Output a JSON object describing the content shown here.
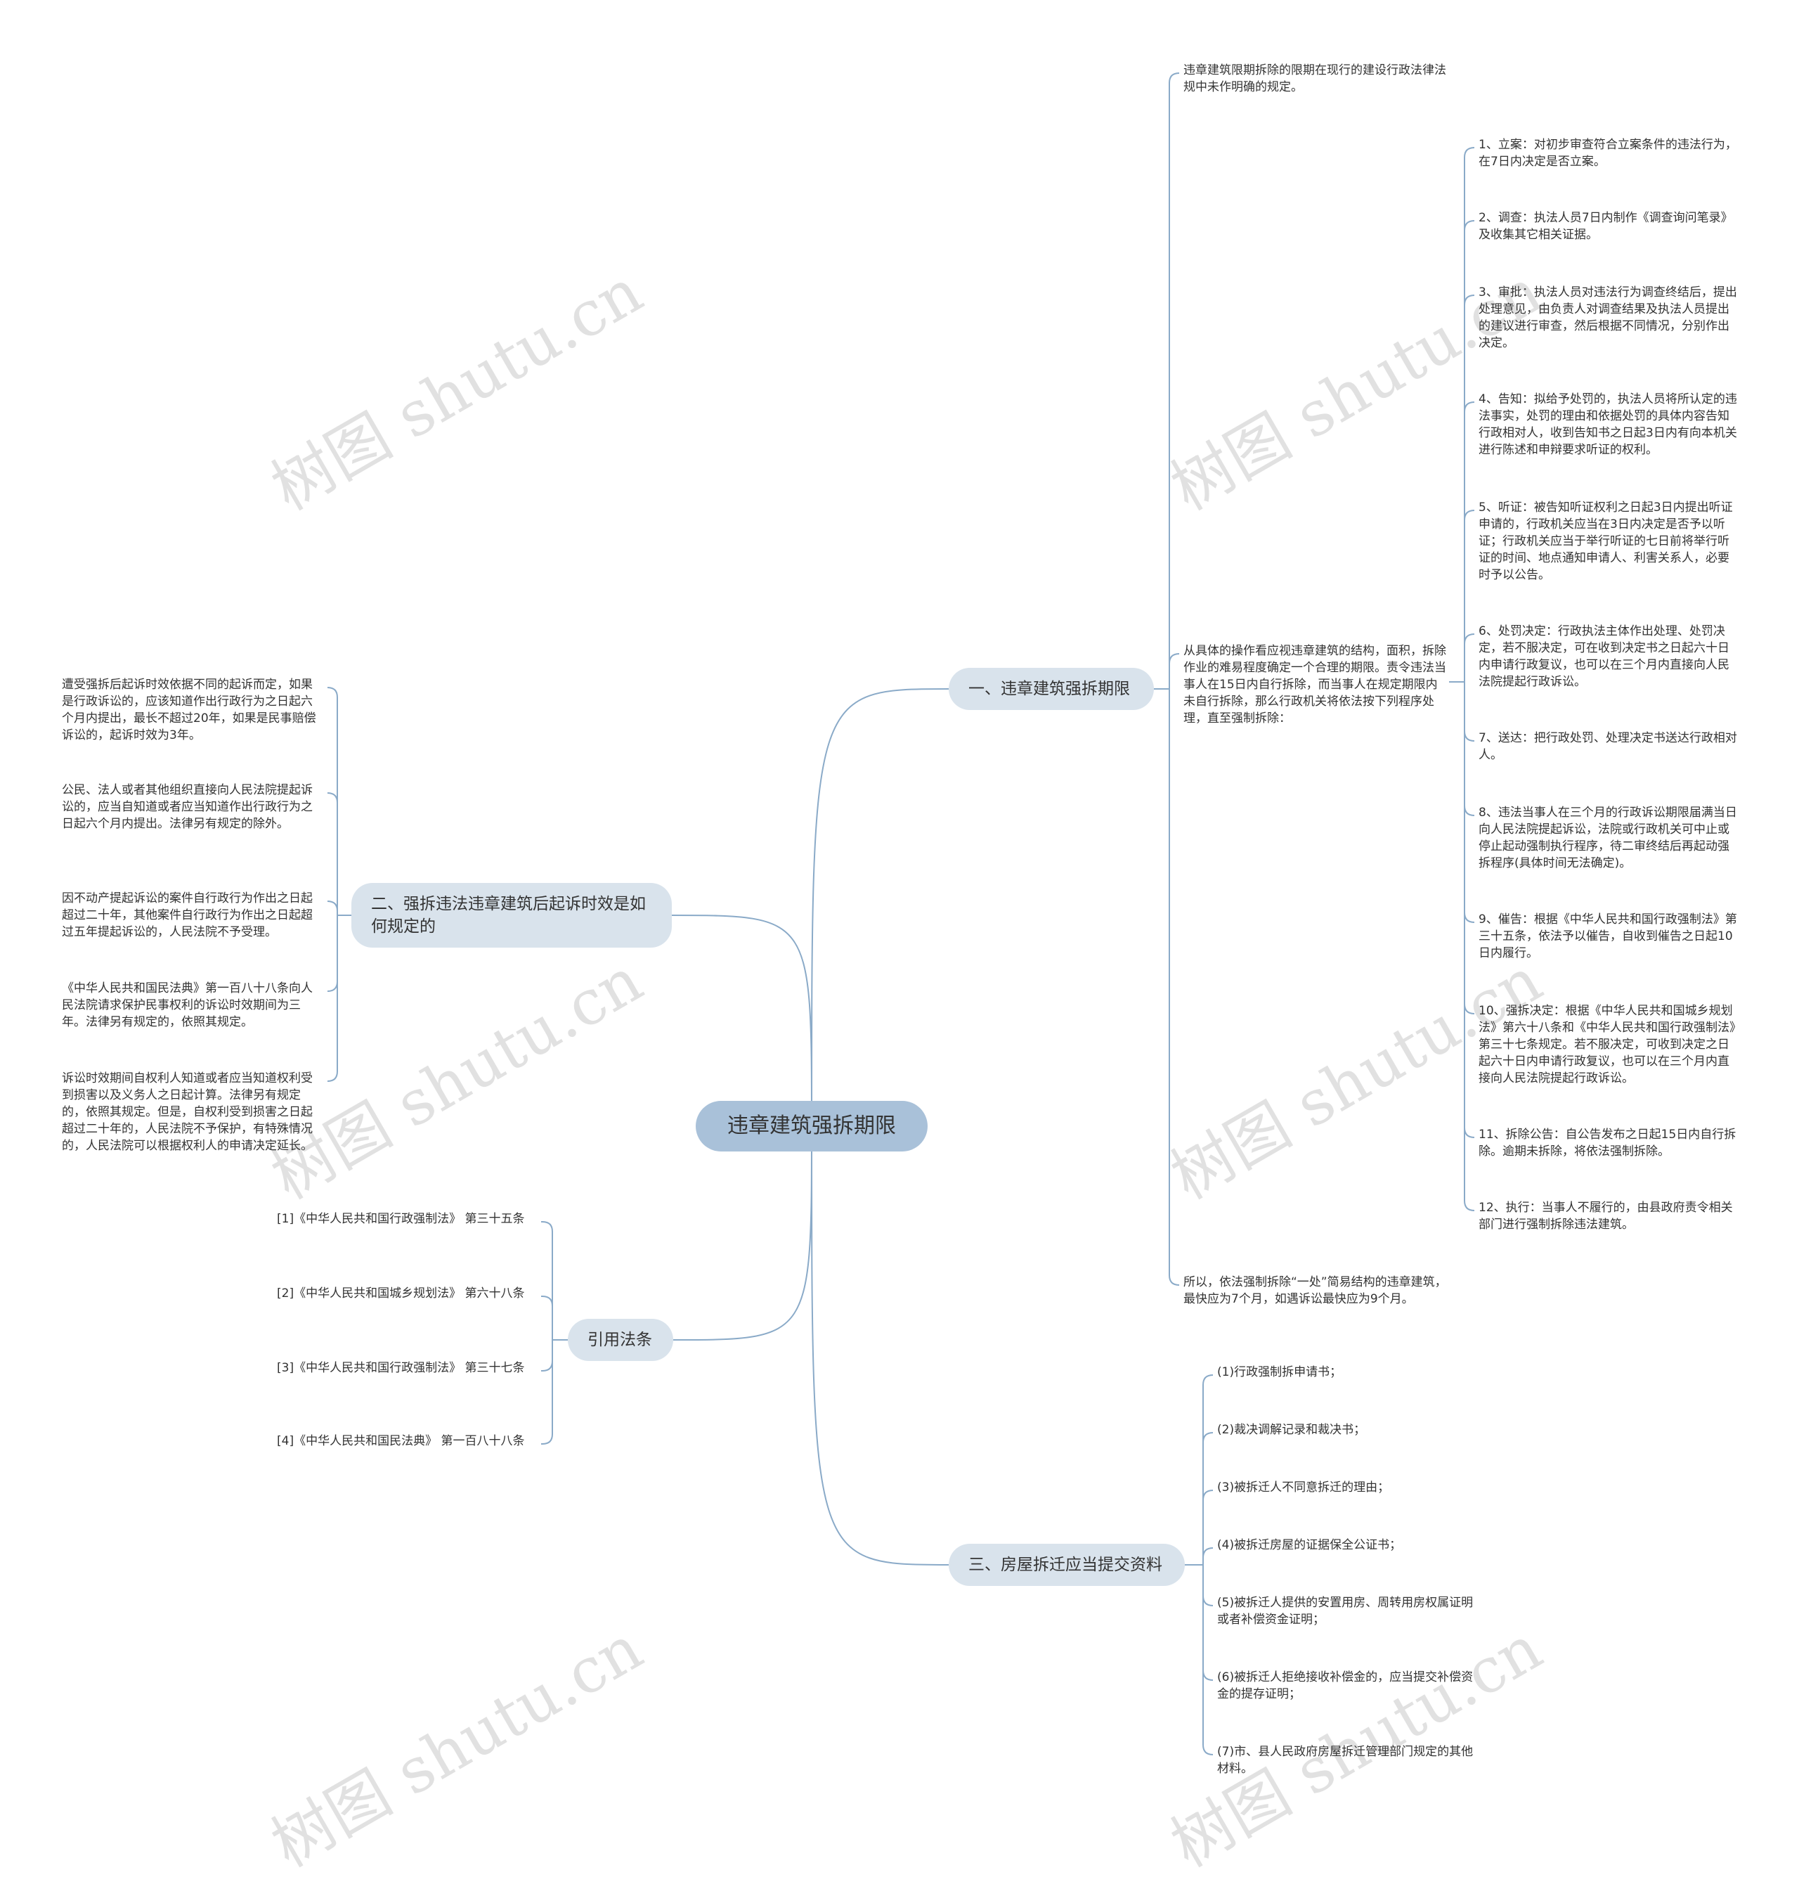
{
  "root": {
    "label": "违章建筑强拆期限"
  },
  "watermark": "树图 shutu.cn",
  "colors": {
    "line": "#8aaac8",
    "root_fill": "#a9c1d9",
    "branch_fill": "#d9e3ec"
  },
  "branches": {
    "b1": {
      "label": "一、违章建筑强拆期限",
      "children": {
        "c1": "违章建筑限期拆除的限期在现行的建设行政法律法规中未作明确的规定。",
        "c2": "从具体的操作看应视违章建筑的结构，面积，拆除作业的难易程度确定一个合理的期限。责令违法当事人在15日内自行拆除，而当事人在规定期限内未自行拆除，那么行政机关将依法按下列程序处理，直至强制拆除：",
        "c3": "所以，依法强制拆除“一处”简易结构的违章建筑，最快应为7个月，如遇诉讼最快应为9个月。"
      },
      "steps": [
        "1、立案：对初步审查符合立案条件的违法行为，在7日内决定是否立案。",
        "2、调查：执法人员7日内制作《调查询问笔录》及收集其它相关证据。",
        "3、审批：执法人员对违法行为调查终结后，提出处理意见，由负责人对调查结果及执法人员提出的建议进行审查，然后根据不同情况，分别作出决定。",
        "4、告知：拟给予处罚的，执法人员将所认定的违法事实，处罚的理由和依据处罚的具体内容告知行政相对人，收到告知书之日起3日内有向本机关进行陈述和申辩要求听证的权利。",
        "5、听证：被告知听证权利之日起3日内提出听证申请的，行政机关应当在3日内决定是否予以听证；行政机关应当于举行听证的七日前将举行听证的时间、地点通知申请人、利害关系人，必要时予以公告。",
        "6、处罚决定：行政执法主体作出处理、处罚决定，若不服决定，可在收到决定书之日起六十日内申请行政复议，也可以在三个月内直接向人民法院提起行政诉讼。",
        "7、送达：把行政处罚、处理决定书送达行政相对人。",
        "8、违法当事人在三个月的行政诉讼期限届满当日向人民法院提起诉讼，法院或行政机关可中止或停止起动强制执行程序，待二审终结后再起动强拆程序(具体时间无法确定)。",
        "9、催告：根据《中华人民共和国行政强制法》第三十五条，依法予以催告，自收到催告之日起10日内履行。",
        "10、强拆决定：根据《中华人民共和国城乡规划法》第六十八条和《中华人民共和国行政强制法》第三十七条规定。若不服决定，可收到决定之日起六十日内申请行政复议，也可以在三个月内直接向人民法院提起行政诉讼。",
        "11、拆除公告：自公告发布之日起15日内自行拆除。逾期未拆除，将依法强制拆除。",
        "12、执行：当事人不履行的，由县政府责令相关部门进行强制拆除违法建筑。"
      ]
    },
    "b2": {
      "label": "二、强拆违法违章建筑后起诉时效是如何规定的",
      "children": [
        "遭受强拆后起诉时效依据不同的起诉而定，如果是行政诉讼的，应该知道作出行政行为之日起六个月内提出，最长不超过20年，如果是民事赔偿诉讼的，起诉时效为3年。",
        "公民、法人或者其他组织直接向人民法院提起诉讼的，应当自知道或者应当知道作出行政行为之日起六个月内提出。法律另有规定的除外。",
        "因不动产提起诉讼的案件自行政行为作出之日起超过二十年，其他案件自行政行为作出之日起超过五年提起诉讼的，人民法院不予受理。",
        "《中华人民共和国民法典》第一百八十八条向人民法院请求保护民事权利的诉讼时效期间为三年。法律另有规定的，依照其规定。",
        "诉讼时效期间自权利人知道或者应当知道权利受到损害以及义务人之日起计算。法律另有规定的，依照其规定。但是，自权利受到损害之日起超过二十年的，人民法院不予保护，有特殊情况的，人民法院可以根据权利人的申请决定延长。"
      ]
    },
    "b3": {
      "label": "三、房屋拆迁应当提交资料",
      "children": [
        "(1)行政强制拆申请书；",
        "(2)裁决调解记录和裁决书；",
        "(3)被拆迁人不同意拆迁的理由；",
        "(4)被拆迁房屋的证据保全公证书；",
        "(5)被拆迁人提供的安置用房、周转用房权属证明或者补偿资金证明；",
        "(6)被拆迁人拒绝接收补偿金的，应当提交补偿资金的提存证明；",
        "(7)市、县人民政府房屋拆迁管理部门规定的其他材料。"
      ]
    },
    "b4": {
      "label": "引用法条",
      "children": [
        "[1]《中华人民共和国行政强制法》 第三十五条",
        "[2]《中华人民共和国城乡规划法》 第六十八条",
        "[3]《中华人民共和国行政强制法》 第三十七条",
        "[4]《中华人民共和国民法典》 第一百八十八条"
      ]
    }
  }
}
